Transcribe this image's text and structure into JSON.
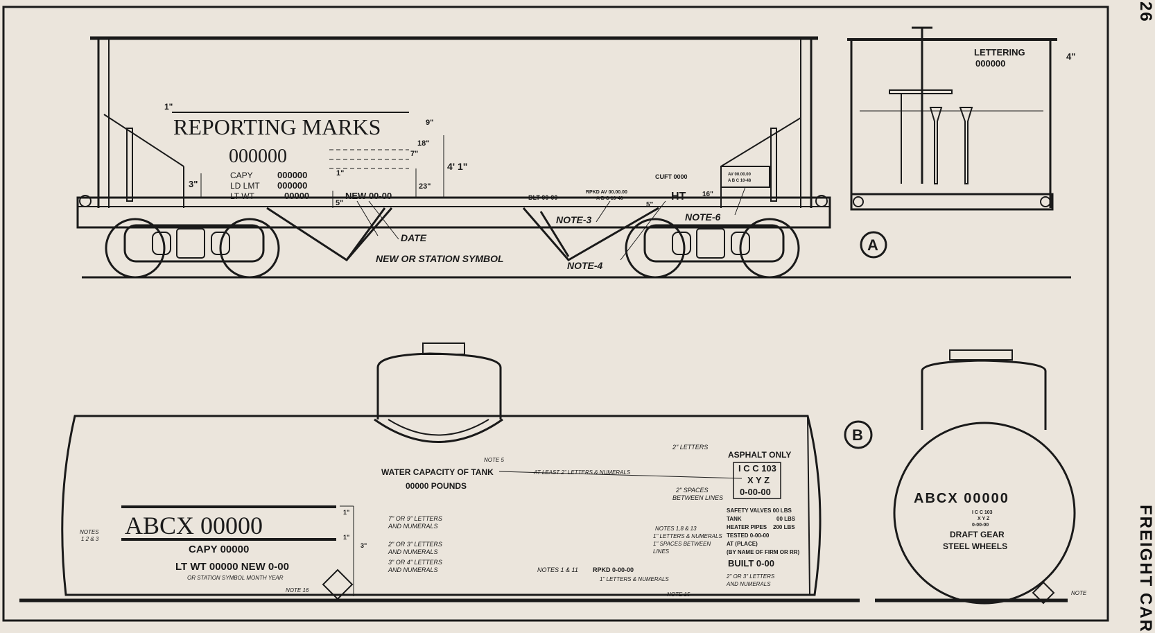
{
  "page_number": "26",
  "side_title_1": "FREIGHT",
  "side_title_2": "CAR",
  "figure_a": {
    "label": "A",
    "reporting_marks": "REPORTING MARKS",
    "number": "000000",
    "capy_label": "CAPY",
    "capy_value": "000000",
    "ld_lmt_label": "LD LMT",
    "ld_lmt_value": "000000",
    "lt_wt_label": "LT WT",
    "lt_wt_value": "00000",
    "new_date": "NEW 00-00",
    "date_label": "DATE",
    "station_label": "NEW OR STATION SYMBOL",
    "dim_1": "1\"",
    "dim_3": "3\"",
    "dim_9": "9\"",
    "dim_7": "7\"",
    "dim_18": "18\"",
    "dim_1_5": "1\"",
    "dim_23": "23\"",
    "dim_4_12": "4' 1\"",
    "dim_5": "5\"",
    "dim_16": "16\"",
    "dim_5b": "5\"",
    "note_3": "NOTE-3",
    "note_4": "NOTE-4",
    "note_6": "NOTE-6",
    "ht": "HT",
    "blt": "BLT 00-00",
    "rpkd": "RPKD AV 00.00.00",
    "abc": "A B C 10-48",
    "cuft": "CUFT 0000",
    "stencil_1": "AV 00.00.00",
    "stencil_2": "A B C 10-48",
    "lettering": "LETTERING",
    "lettering_number": "000000",
    "dim_4": "4\""
  },
  "figure_b": {
    "label": "B",
    "notes_5": "NOTE 5",
    "water_capacity": "WATER CAPACITY OF TANK",
    "pounds": "00000 POUNDS",
    "at_least": "AT LEAST 2\" LETTERS & NUMERALS",
    "two_letters": "2\" LETTERS",
    "asphalt": "ASPHALT ONLY",
    "icc": "I C C 103",
    "xyz": "X Y Z",
    "date_code": "0-00-00",
    "two_spaces": "2\" SPACES",
    "between_lines": "BETWEEN LINES",
    "safety_valves": "SAFETY VALVES 00 LBS",
    "tank": "TANK",
    "tank_val": "00 LBS",
    "heater_pipes": "HEATER PIPES",
    "heater_val": "200 LBS",
    "tested": "TESTED  0-00-00",
    "at_place": "AT (PLACE)",
    "by_firm": "(BY NAME OF FIRM OR RR)",
    "notes_1": "NOTES 1,8 & 13",
    "notes_1b": "1\" LETTERS & NUMERALS",
    "notes_1c": "1\" SPACES BETWEEN",
    "notes_1d": "LINES",
    "notes_left": "NOTES",
    "notes_left2": "1 2 & 3",
    "reporting": "ABCX  00000",
    "capy": "CAPY 00000",
    "lt_wt": "LT WT 00000 NEW  0-00",
    "station_sub": "OR STATION SYMBOL  MONTH  YEAR",
    "seven_nine": "7\" OR 9\" LETTERS",
    "and_numerals": "AND NUMERALS",
    "two_three": "2\" OR 3\" LETTERS",
    "and_numerals2": "AND NUMERALS",
    "three_four": "3\" OR 4\" LETTERS",
    "and_numerals3": "AND NUMERALS",
    "note_16": "NOTE 16",
    "notes_1811": "NOTES 1 & 11",
    "rpkd": "RPKD 0-00-00",
    "one_letters": "1\" LETTERS & NUMERALS",
    "built": "BUILT 0-00",
    "two_three_b": "2\" OR 3\" LETTERS",
    "and_numerals4": "AND NUMERALS",
    "note_15": "NOTE 15",
    "end_reporting": "ABCX 00000",
    "end_icc": "I C C 103",
    "end_xyz": "X Y Z",
    "end_date": "0-00-00",
    "draft_gear": "DRAFT GEAR",
    "steel_wheels": "STEEL WHEELS",
    "note_end": "NOTE",
    "dim_b1": "1\"",
    "dim_b2": "1\"",
    "dim_b3": "3\""
  }
}
